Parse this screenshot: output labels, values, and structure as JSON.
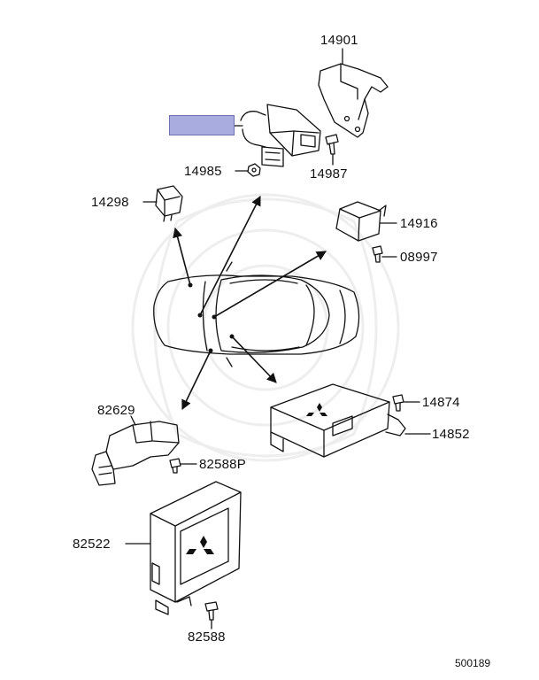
{
  "diagram_code": "500189",
  "highlight_color": "#a9acde",
  "parts": [
    {
      "id": "14901",
      "label": "14901"
    },
    {
      "id": "14985",
      "label": "14985"
    },
    {
      "id": "14987",
      "label": "14987"
    },
    {
      "id": "14298",
      "label": "14298"
    },
    {
      "id": "14916",
      "label": "14916"
    },
    {
      "id": "08997",
      "label": "08997"
    },
    {
      "id": "14874",
      "label": "14874"
    },
    {
      "id": "14852",
      "label": "14852"
    },
    {
      "id": "82629",
      "label": "82629"
    },
    {
      "id": "82588P",
      "label": "82588P"
    },
    {
      "id": "82522",
      "label": "82522"
    },
    {
      "id": "82588",
      "label": "82588"
    }
  ]
}
